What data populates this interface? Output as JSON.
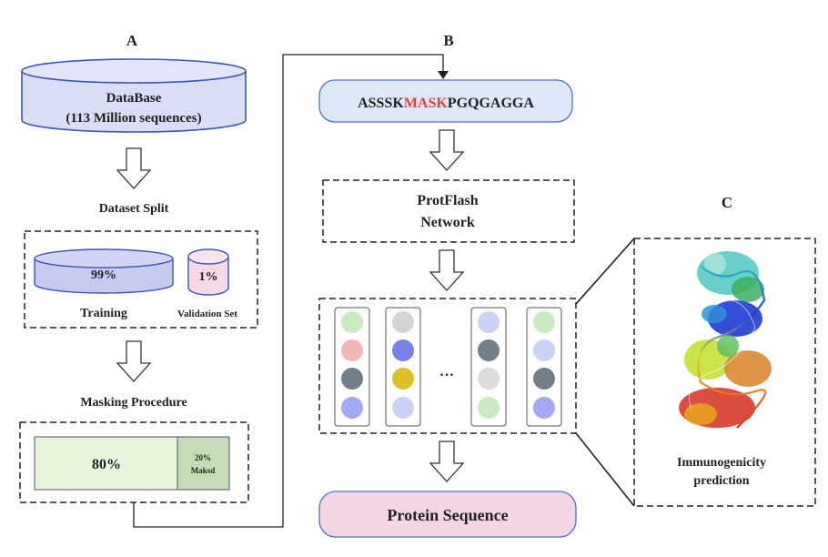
{
  "panels": {
    "a": "A",
    "b": "B",
    "c": "C"
  },
  "database": {
    "line1": "DataBase",
    "line2": "(113 Million sequences)"
  },
  "split": {
    "title": "Dataset Split",
    "training_pct": "99%",
    "training_label": "Training",
    "validation_pct": "1%",
    "validation_label": "Validation Set"
  },
  "masking": {
    "title": "Masking Procedure",
    "unmasked_pct": "80%",
    "masked_pct": "20%",
    "masked_label": "Maksd"
  },
  "sequence": {
    "prefix": "ASSSK",
    "mask": "MASK",
    "suffix": "PGQGAGGA"
  },
  "network": {
    "line1": "ProtFlash",
    "line2": "Network"
  },
  "embedding": {
    "ellipsis": "…"
  },
  "output": {
    "label": "Protein Sequence"
  },
  "structure": {
    "caption1": "Immunogenicity",
    "caption2": "prediction"
  },
  "colors": {
    "db_fill": "#d9ddf5",
    "training_fill": "#c6c9f0",
    "validation_fill": "#f5d9e6",
    "unmasked_fill": "#e6f5dc",
    "masked_fill": "#c6dbb7",
    "sequence_fill": "#dde9f8",
    "mask_text": "#e8413c",
    "output_fill": "#f3d6e4"
  }
}
